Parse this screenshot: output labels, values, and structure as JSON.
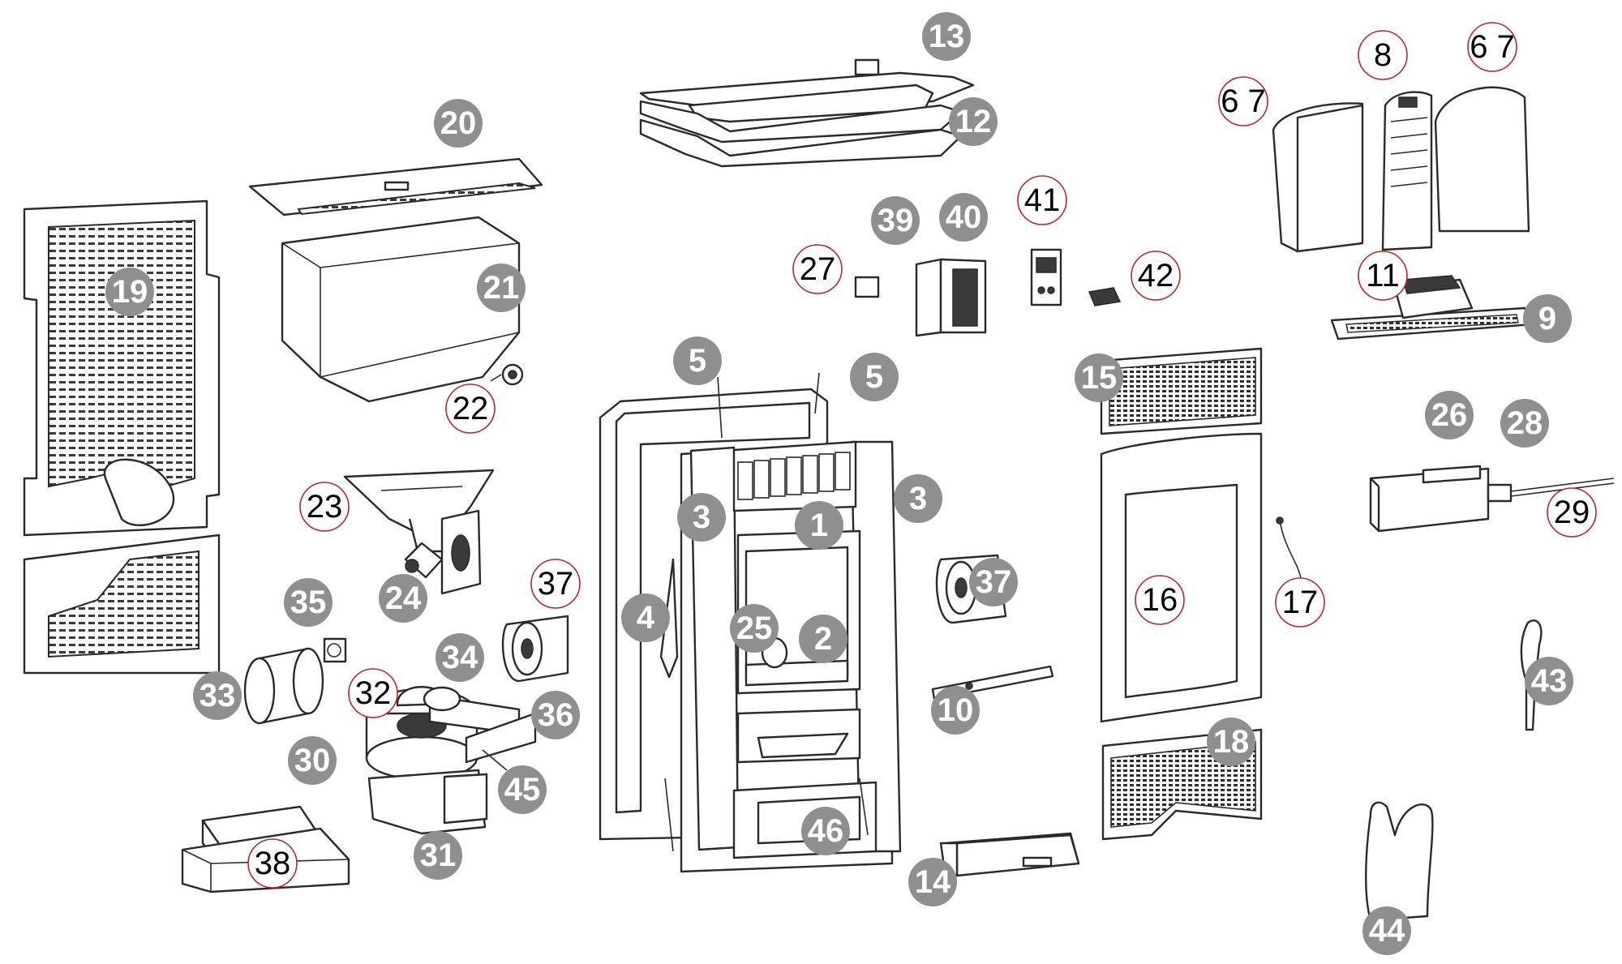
{
  "labels": [
    {
      "text": "1",
      "style": "grey"
    },
    {
      "text": "2",
      "style": "grey"
    },
    {
      "text": "3",
      "style": "grey"
    },
    {
      "text": "3",
      "style": "grey"
    },
    {
      "text": "4",
      "style": "grey"
    },
    {
      "text": "5",
      "style": "grey"
    },
    {
      "text": "5",
      "style": "grey"
    },
    {
      "text": "6 7",
      "style": "red"
    },
    {
      "text": "6 7",
      "style": "red"
    },
    {
      "text": "8",
      "style": "red"
    },
    {
      "text": "9",
      "style": "grey"
    },
    {
      "text": "10",
      "style": "grey"
    },
    {
      "text": "11",
      "style": "red"
    },
    {
      "text": "12",
      "style": "grey"
    },
    {
      "text": "13",
      "style": "grey"
    },
    {
      "text": "14",
      "style": "grey"
    },
    {
      "text": "15",
      "style": "grey"
    },
    {
      "text": "16",
      "style": "red"
    },
    {
      "text": "17",
      "style": "red"
    },
    {
      "text": "18",
      "style": "grey"
    },
    {
      "text": "19",
      "style": "grey"
    },
    {
      "text": "20",
      "style": "grey"
    },
    {
      "text": "21",
      "style": "grey"
    },
    {
      "text": "22",
      "style": "red"
    },
    {
      "text": "23",
      "style": "red"
    },
    {
      "text": "24",
      "style": "grey"
    },
    {
      "text": "25",
      "style": "grey"
    },
    {
      "text": "26",
      "style": "grey"
    },
    {
      "text": "27",
      "style": "red"
    },
    {
      "text": "28",
      "style": "grey"
    },
    {
      "text": "29",
      "style": "red"
    },
    {
      "text": "30",
      "style": "grey"
    },
    {
      "text": "31",
      "style": "grey"
    },
    {
      "text": "32",
      "style": "red"
    },
    {
      "text": "33",
      "style": "grey"
    },
    {
      "text": "34",
      "style": "grey"
    },
    {
      "text": "35",
      "style": "grey"
    },
    {
      "text": "36",
      "style": "grey"
    },
    {
      "text": "37",
      "style": "red"
    },
    {
      "text": "37",
      "style": "grey"
    },
    {
      "text": "38",
      "style": "red"
    },
    {
      "text": "39",
      "style": "grey"
    },
    {
      "text": "40",
      "style": "grey"
    },
    {
      "text": "41",
      "style": "red"
    },
    {
      "text": "42",
      "style": "red"
    },
    {
      "text": "43",
      "style": "grey"
    },
    {
      "text": "44",
      "style": "grey"
    },
    {
      "text": "45",
      "style": "grey"
    },
    {
      "text": "46",
      "style": "grey"
    }
  ],
  "colors": {
    "label_fill_grey": "#8f8f8f",
    "label_ring_red": "#b52a2a",
    "line": "#2a2a2a"
  }
}
